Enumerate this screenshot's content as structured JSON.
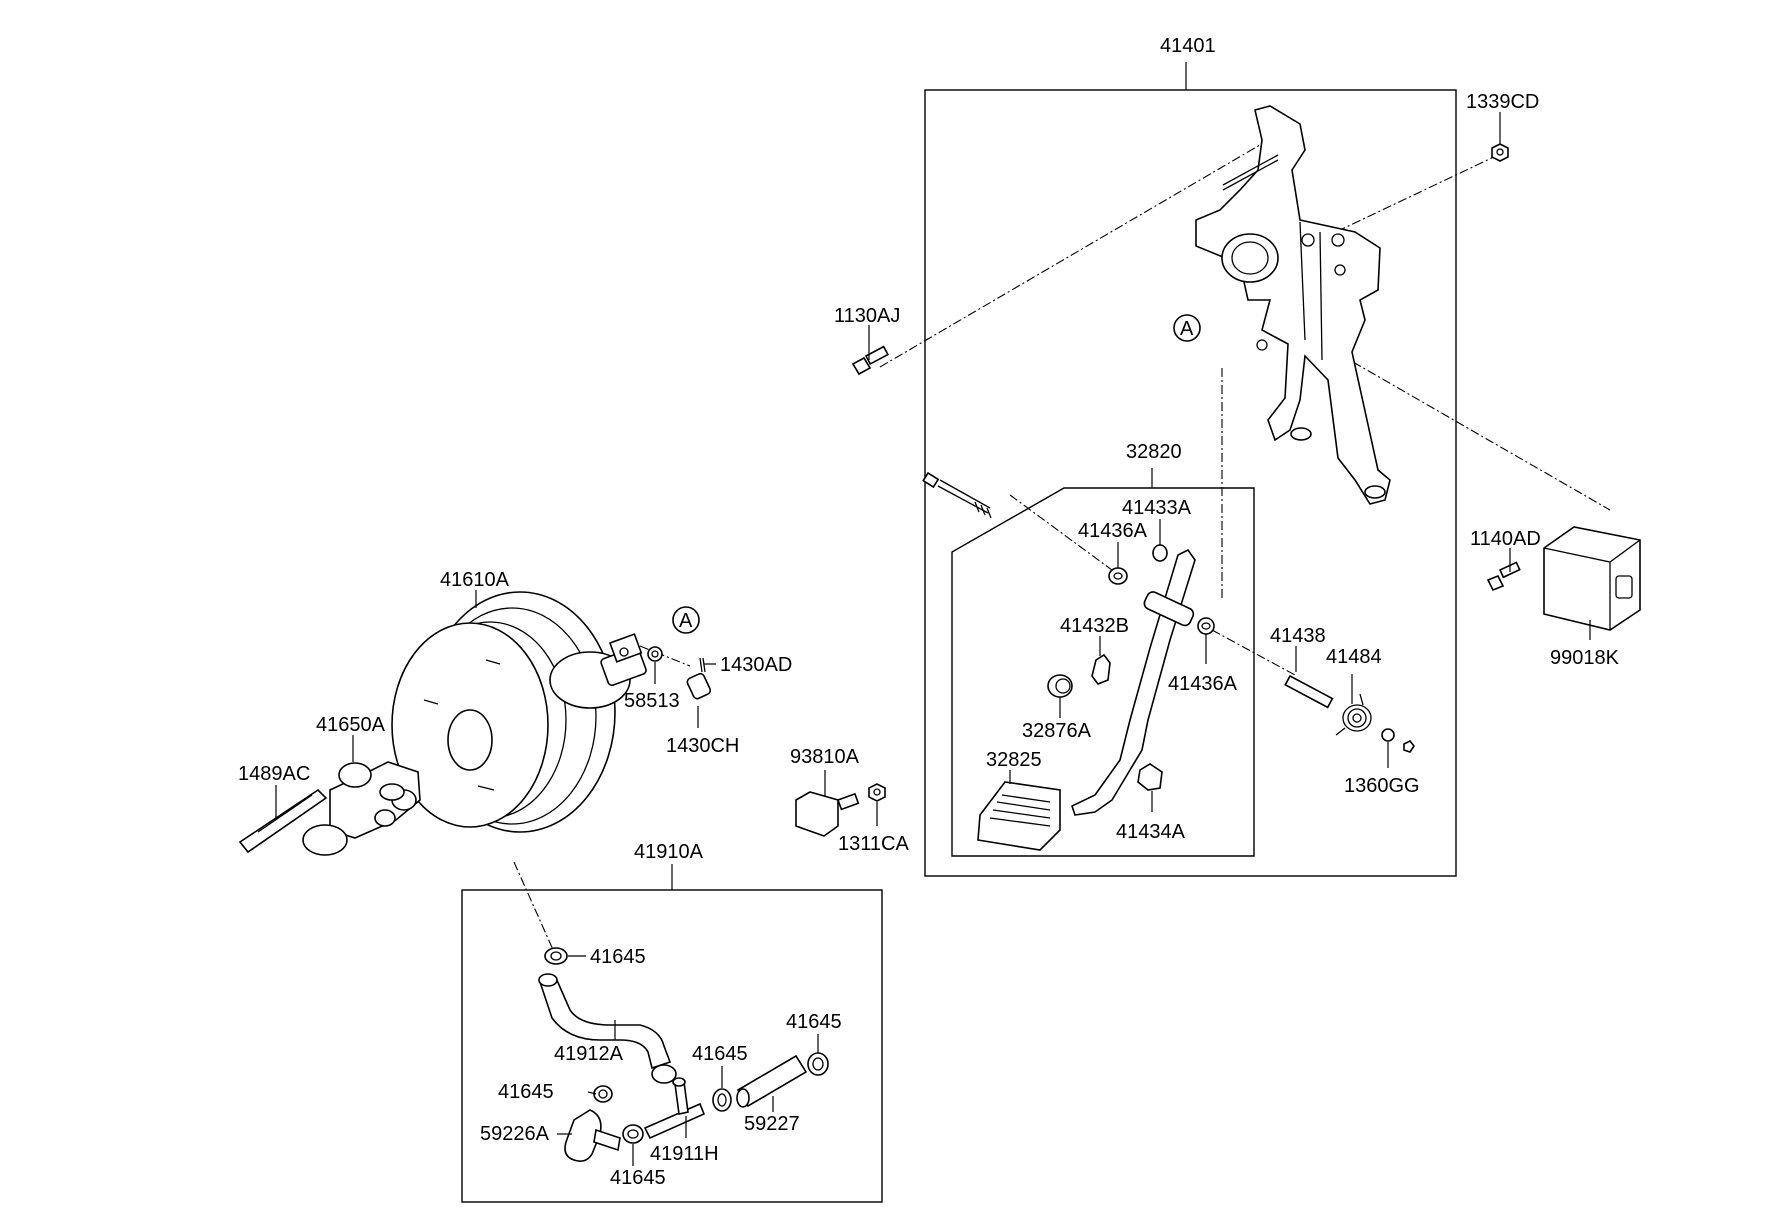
{
  "labels": {
    "l41401": "41401",
    "l1339CD": "1339CD",
    "l1130AJ": "1130AJ",
    "lA_top": "A",
    "l32820": "32820",
    "l41433A": "41433A",
    "l41436A_a": "41436A",
    "l41432B": "41432B",
    "l41436A_b": "41436A",
    "l32876A": "32876A",
    "l32825": "32825",
    "l41434A": "41434A",
    "l41438": "41438",
    "l41484": "41484",
    "l1360GG": "1360GG",
    "l1140AD": "1140AD",
    "l99018K": "99018K",
    "l41610A": "41610A",
    "lA_left": "A",
    "l1430AD": "1430AD",
    "l58513": "58513",
    "l1430CH": "1430CH",
    "l41650A": "41650A",
    "l1489AC": "1489AC",
    "l93810A": "93810A",
    "l1311CA": "1311CA",
    "l41910A": "41910A",
    "l41645_a": "41645",
    "l41912A": "41912A",
    "l41645_b": "41645",
    "l41645_c": "41645",
    "l41645_d": "41645",
    "l59227": "59227",
    "l59226A": "59226A",
    "l41911H": "41911H",
    "l41645_e": "41645"
  }
}
